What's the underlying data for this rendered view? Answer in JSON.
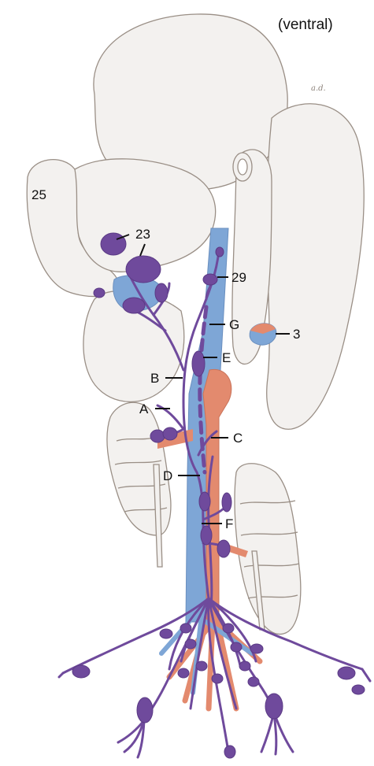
{
  "view_label": "(ventral)",
  "corner_mark": "a.d.",
  "labels": {
    "l25": "25",
    "l23": "23",
    "l29": "29",
    "lG": "G",
    "l3": "3",
    "lE": "E",
    "lB": "B",
    "lA": "A",
    "lC": "C",
    "lD": "D",
    "lF": "F"
  },
  "colors": {
    "nerve": "#6f4a9c",
    "vein": "#7ea6d6",
    "artery": "#e38a6e",
    "organ_outline": "#9a8f86",
    "organ_fill": "#f3f1ef"
  }
}
